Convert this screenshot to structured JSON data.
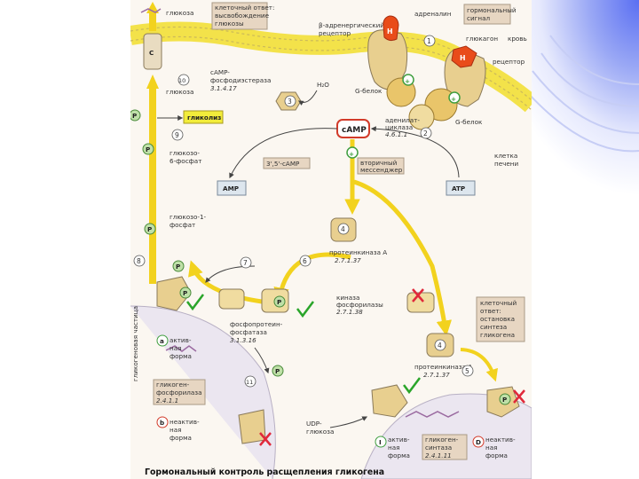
{
  "title": "Гормональный контроль расщепления гликогена",
  "labels": {
    "cell_response_top": [
      "клеточный ответ:",
      "высвобождение",
      "глюкозы"
    ],
    "glucose_top": "глюкоза",
    "adrenaline": "адреналин",
    "hormonal_signal": [
      "гормональный",
      "сигнал"
    ],
    "beta_receptor": [
      "β-адренергический",
      "рецептор"
    ],
    "glucagon": "глюкагон",
    "blood": "кровь",
    "receptor": "рецептор",
    "camp_pde": [
      "cAMP-",
      "фосфодиэстераза",
      "3.1.4.17"
    ],
    "h2o": "H₂O",
    "glucose_mid": "глюкоза",
    "g_protein_left": "G-белок",
    "g_protein_right": "G-белок",
    "adenylate_cyclase": [
      "аденилат-",
      "циклаза",
      "4.6.1.1"
    ],
    "glycolysis": "гликолиз",
    "camp": "cAMP",
    "glucose6p": [
      "глюкозо-",
      "6-фосфат"
    ],
    "camp_35": "3',5'-cAMP",
    "second_messenger": [
      "вторичный",
      "мессенджер"
    ],
    "liver_cell": [
      "клетка",
      "печени"
    ],
    "amp": "AMP",
    "atp": "ATP",
    "glucose1p": [
      "глюкозо-1-",
      "фосфат"
    ],
    "protein_kinase_a_top": [
      "протеинкиназа A",
      "2.7.1.37"
    ],
    "phosphorylase_kinase": [
      "киназа",
      "фосфорилазы",
      "2.7.1.38"
    ],
    "phosphoprotein_phosphatase": [
      "фосфопротеин-",
      "фосфатаза",
      "3.1.3.16"
    ],
    "glycogen_particle": "гликогеновая частица",
    "cell_response_bottom": [
      "клеточный",
      "ответ:",
      "остановка",
      "синтеза",
      "гликогена"
    ],
    "active_form_left": [
      "актив-",
      "ная",
      "форма"
    ],
    "glycogen_phosphorylase": [
      "гликоген-",
      "фосфорилаза",
      "2.4.1.1"
    ],
    "protein_kinase_a_bottom": [
      "протеинкиназа A",
      "2.7.1.37"
    ],
    "inactive_form_left": [
      "неактив-",
      "ная",
      "форма"
    ],
    "udp_glucose": [
      "UDP-",
      "глюкоза"
    ],
    "active_form_right": [
      "актив-",
      "ная",
      "форма"
    ],
    "glycogen_synthase": [
      "гликоген-",
      "синтаза",
      "2.4.1.11"
    ],
    "inactive_form_right": [
      "неактив-",
      "ная",
      "форма"
    ],
    "membrane_c": "C",
    "hormone_h": "H",
    "phosphate": "P",
    "plus": "+",
    "active_badge": "a",
    "b_badge": "b",
    "i_badge": "I",
    "d_badge": "D"
  },
  "step_numbers": [
    "1",
    "2",
    "3",
    "4",
    "4",
    "5",
    "6",
    "7",
    "8",
    "9",
    "10",
    "11"
  ],
  "colors": {
    "membrane": "#f3e24a",
    "yellow_arrow": "#f2d21e",
    "hormone_red": "#e94c1a",
    "enzyme_tan": "#e8cf8f",
    "camp_ring": "#d23b2a",
    "plus_green": "#3f9e3f",
    "label_box": "#e7d6c2",
    "glycolysis_box": "#f2ec3a",
    "check_green": "#2aa52a",
    "cross_red": "#e0283a"
  }
}
